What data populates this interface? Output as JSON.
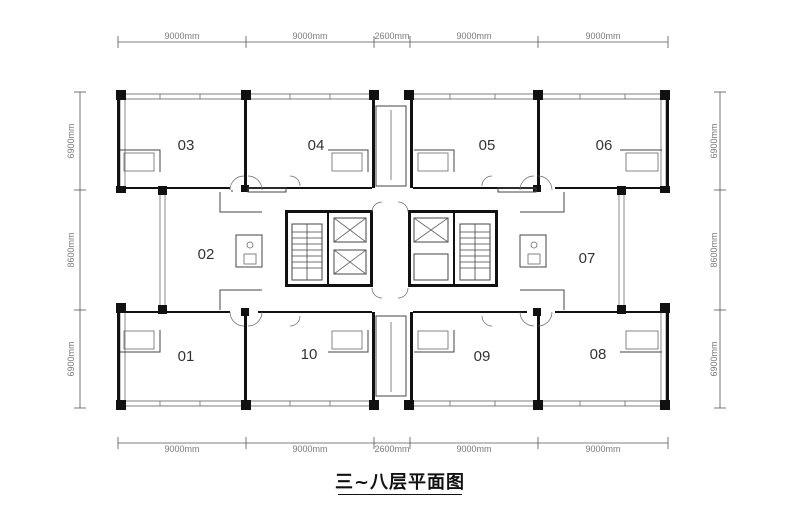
{
  "title": "三~八层平面图",
  "dimensions": {
    "top": [
      "9000mm",
      "9000mm",
      "2600mm",
      "9000mm",
      "9000mm"
    ],
    "bottom": [
      "9000mm",
      "9000mm",
      "2600mm",
      "9000mm",
      "9000mm"
    ],
    "left": [
      "6900mm",
      "8600mm",
      "6900mm"
    ],
    "right": [
      "6900mm",
      "8600mm",
      "6900mm"
    ]
  },
  "units": [
    "03",
    "04",
    "05",
    "06",
    "02",
    "07",
    "01",
    "10",
    "09",
    "08"
  ]
}
